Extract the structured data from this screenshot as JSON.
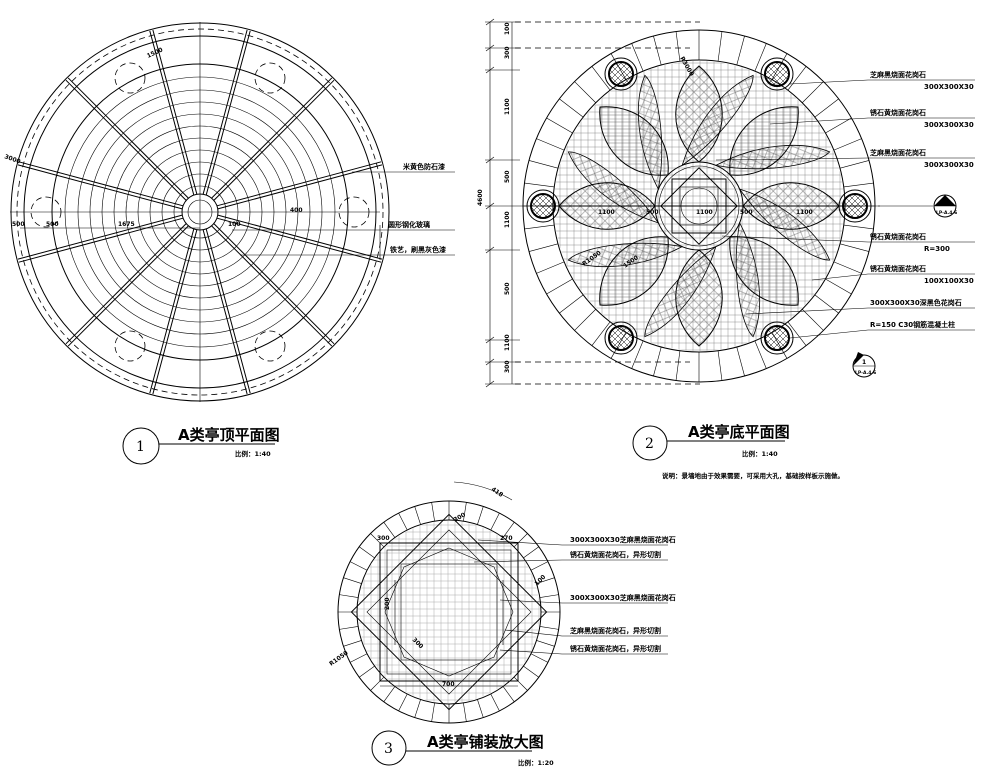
{
  "drawings": [
    {
      "number": "1",
      "title": "A类亭顶平面图",
      "scale": "比例：1:40",
      "labels": [
        "米黄色防石漆",
        "圆形钢化玻璃",
        "铁艺，刷黑灰色漆"
      ],
      "dims": [
        "3000",
        "500",
        "1675",
        "500",
        "100",
        "1500",
        "400"
      ]
    },
    {
      "number": "2",
      "title": "A类亭底平面图",
      "scale": "比例：1:40",
      "note": "说明：景墙地由于效果需要，可采用大孔，基础按样板示施做。",
      "labels": [
        "芝麻黑烧面花岗石",
        "300X300X30",
        "锈石黄烧面花岗石",
        "300X300X30",
        "芝麻黑烧面花岗石",
        "300X300X30",
        "锈石黄烧面花岗石",
        "R=300",
        "锈石黄烧面花岗石",
        "100X100X30",
        "300X300X30深黑色花岗石",
        "R=150 C30钢筋混凝土柱"
      ],
      "dims": [
        "1100",
        "500",
        "1100",
        "500",
        "1100",
        "R1050",
        "1500",
        "R3000"
      ],
      "side_dims": [
        "100",
        "300",
        "1100",
        "500",
        "1100",
        "500",
        "1100",
        "300",
        "100",
        "4600"
      ],
      "section_tags": [
        "1",
        "LP-A.4.6",
        "1",
        "LP-A.4.6"
      ]
    },
    {
      "number": "3",
      "title": "A类亭铺装放大图",
      "scale": "比例：1:20",
      "labels": [
        "300X300X30芝麻黑烧面花岗石",
        "锈石黄烧面花岗石，异形切割",
        "300X300X30芝麻黑烧面花岗石",
        "芝麻黑烧面花岗石，异形切割",
        "锈石黄烧面花岗石，异形切割"
      ],
      "dims": [
        "418",
        "300",
        "270",
        "300",
        "100",
        "200",
        "700",
        "300",
        "R1050"
      ]
    }
  ]
}
